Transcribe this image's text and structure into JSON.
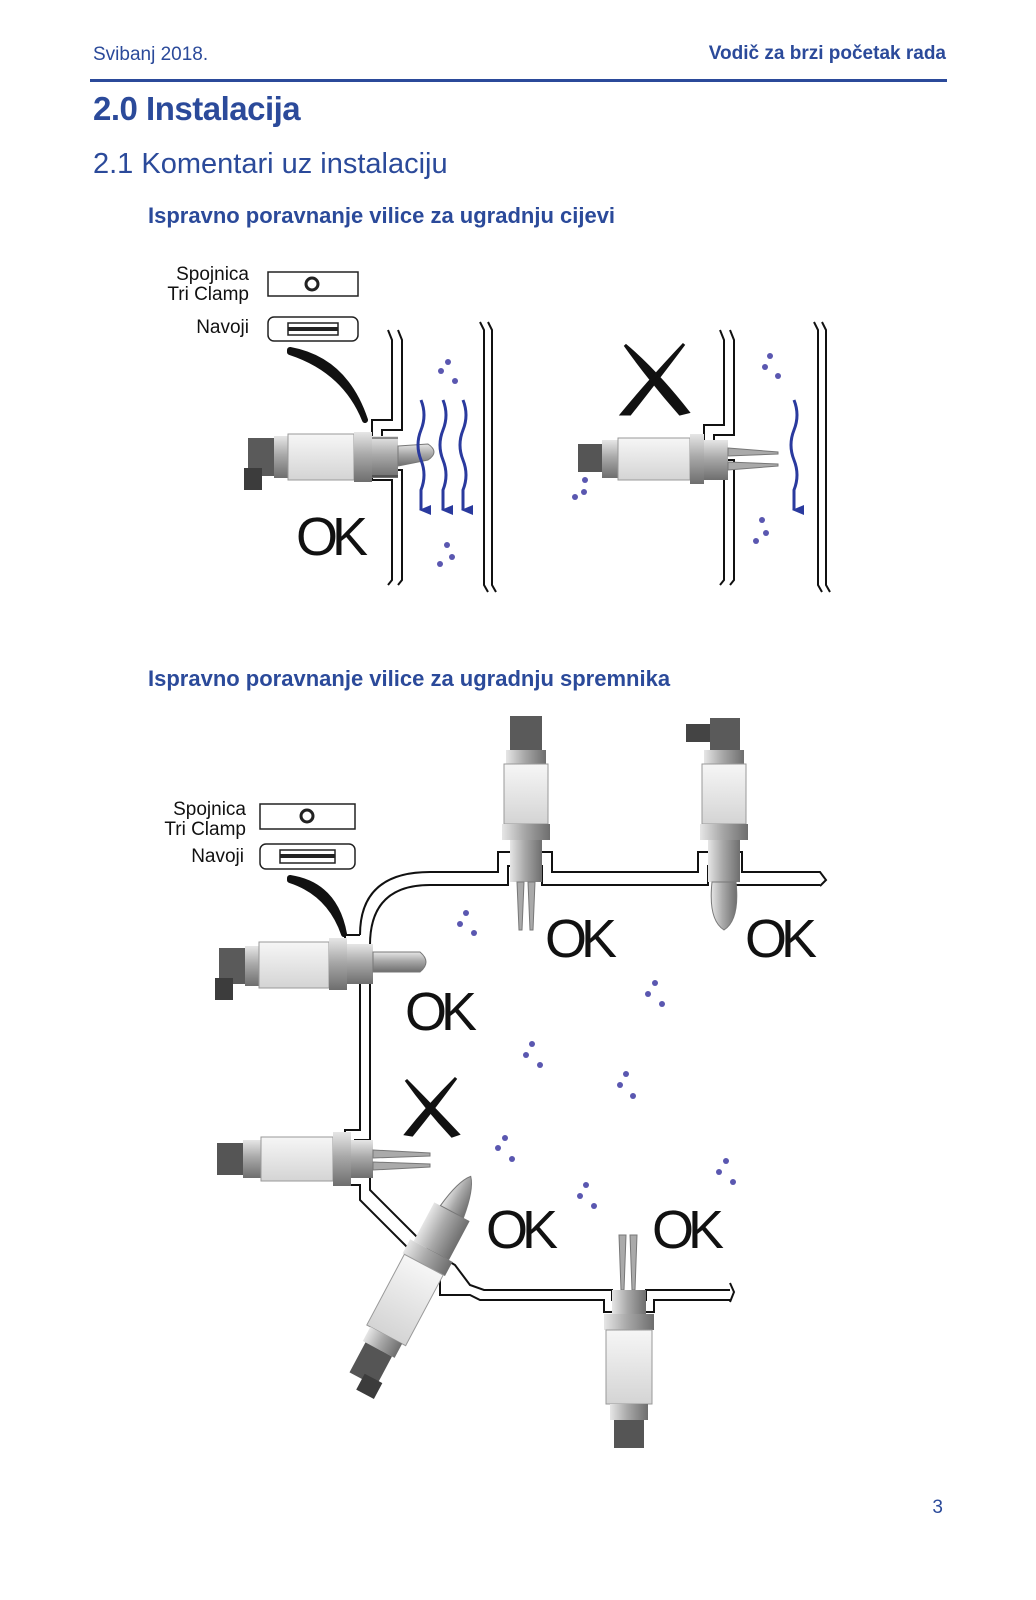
{
  "header": {
    "date": "Svibanj 2018.",
    "title": "Vodič za brzi početak rada"
  },
  "section": {
    "title": "2.0 Instalacija",
    "subtitle": "2.1 Komentari uz instalaciju"
  },
  "figure1": {
    "heading": "Ispravno poravnanje vilice za ugradnju cijevi",
    "legend_clamp_line1": "Spojnica",
    "legend_clamp_line2": "Tri Clamp",
    "legend_thread": "Navoji",
    "ok_label": "OK"
  },
  "figure2": {
    "heading": "Ispravno poravnanje vilice za ugradnju spremnika",
    "legend_clamp_line1": "Spojnica",
    "legend_clamp_line2": "Tri Clamp",
    "legend_thread": "Navoji",
    "ok_labels": [
      "OK",
      "OK",
      "OK",
      "OK",
      "OK"
    ]
  },
  "footer": {
    "page_number": "3"
  },
  "colors": {
    "brand_blue": "#2b4a9a",
    "flow_blue": "#2a3a9e",
    "dot_purple": "#5a57b0"
  }
}
